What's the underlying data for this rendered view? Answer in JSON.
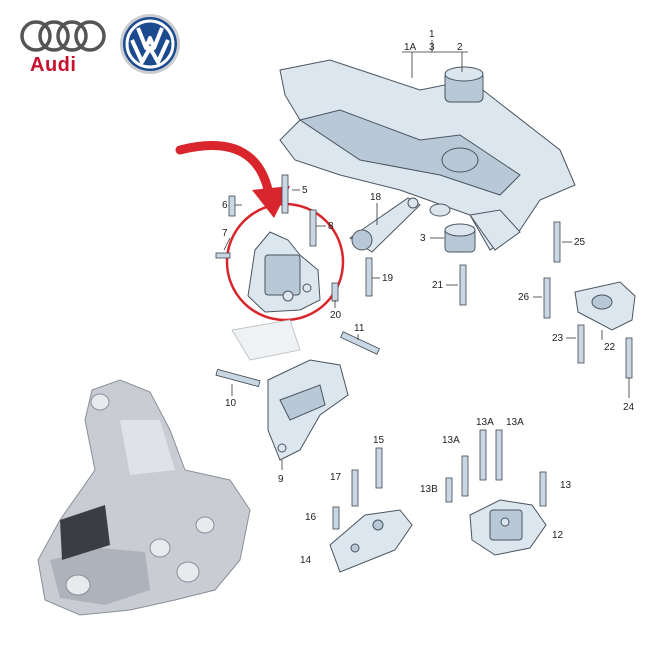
{
  "brand": {
    "audi_wordmark": "Audi",
    "audi_color": "#c8102e",
    "vw_color": "#1c4a8f"
  },
  "highlight": {
    "arrow_color": "#d9262c",
    "circle_color": "#d9262c"
  },
  "labels": {
    "l1": "1",
    "l1a": "1A",
    "l3": "3",
    "l2": "2",
    "l5": "5",
    "l6": "6",
    "l7": "7",
    "l8": "8",
    "l18": "18",
    "l3b": "3",
    "l25": "25",
    "l19": "19",
    "l21": "21",
    "l26": "26",
    "l22": "22",
    "l23": "23",
    "l20": "20",
    "l11": "11",
    "l10": "10",
    "l24": "24",
    "l9": "9",
    "l15": "15",
    "l13a1": "13A",
    "l13a2": "13A",
    "l13a3": "13A",
    "l17": "17",
    "l13b": "13B",
    "l13": "13",
    "l16": "16",
    "l14": "14",
    "l12": "12"
  }
}
